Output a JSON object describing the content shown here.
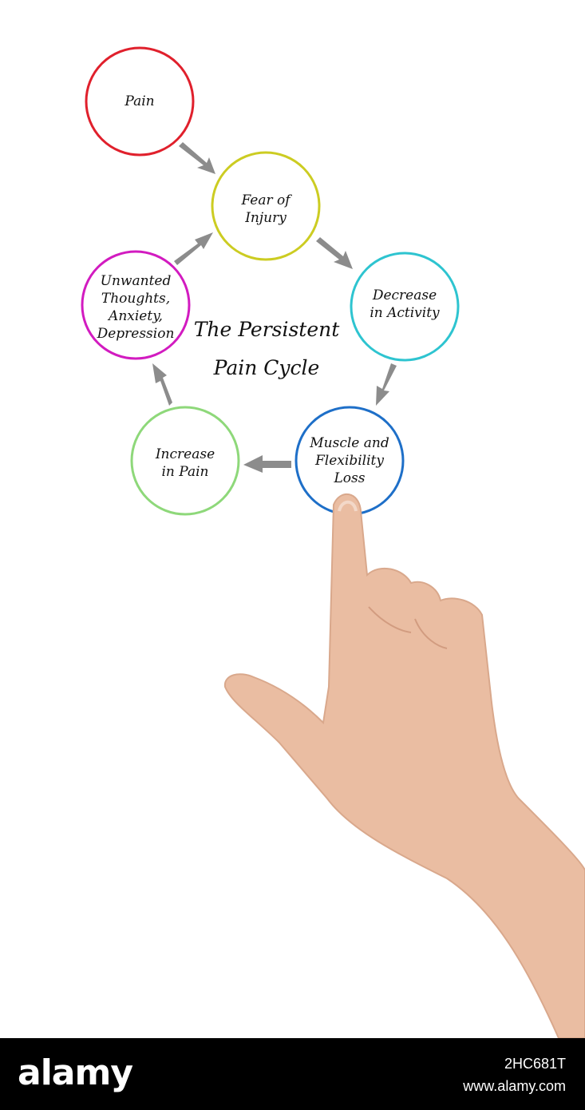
{
  "diagram": {
    "title_line1": "The Persistent",
    "title_line2": "Pain Cycle",
    "nodes": [
      {
        "label": "Pain",
        "color": "#e0202c"
      },
      {
        "label": "Fear of\nInjury",
        "color": "#cccc22"
      },
      {
        "label": "Decrease\nin Activity",
        "color": "#2ec4d0"
      },
      {
        "label": "Muscle and\nFlexibility\nLoss",
        "color": "#1e6fc8"
      },
      {
        "label": "Increase\nin Pain",
        "color": "#8ed87a"
      },
      {
        "label": "Unwanted\nThoughts,\nAnxiety,\nDepression",
        "color": "#d21bc0"
      }
    ],
    "arrow_color": "#8c8c8c"
  },
  "footer": {
    "brand": "alamy",
    "image_id": "2HC681T",
    "site": "www.alamy.com"
  }
}
